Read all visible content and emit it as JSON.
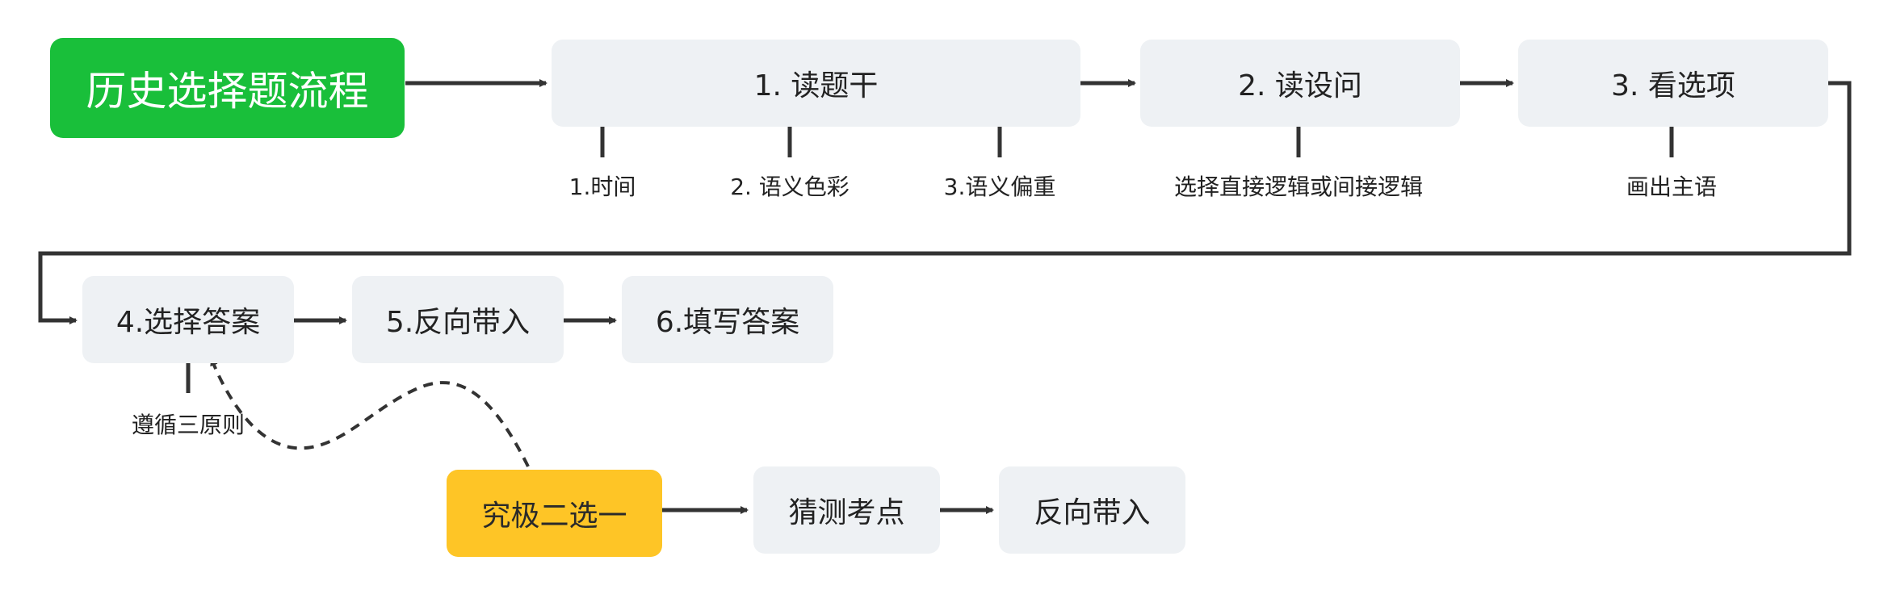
{
  "title": "历史选择题流程",
  "steps": {
    "read_stem": {
      "label": "1. 读题干"
    },
    "read_question": {
      "label": "2. 读设问"
    },
    "read_options": {
      "label": "3. 看选项"
    },
    "choose_answer": {
      "label": "4.选择答案"
    },
    "reverse_check": {
      "label": "5.反向带入"
    },
    "fill_answer": {
      "label": "6.填写答案"
    }
  },
  "notes": {
    "stem_1": "1.时间",
    "stem_2": "2. 语义色彩",
    "stem_3": "3.语义偏重",
    "question": "选择直接逻辑或间接逻辑",
    "options": "画出主语",
    "choose": "遵循三原则"
  },
  "branch": {
    "start": "究极二选一",
    "guess": "猜测考点",
    "reverse": "反向带入"
  },
  "colors": {
    "title_bg": "#19bf3a",
    "highlight_bg": "#fec526",
    "node_bg": "#eef1f4",
    "line": "#333333"
  }
}
